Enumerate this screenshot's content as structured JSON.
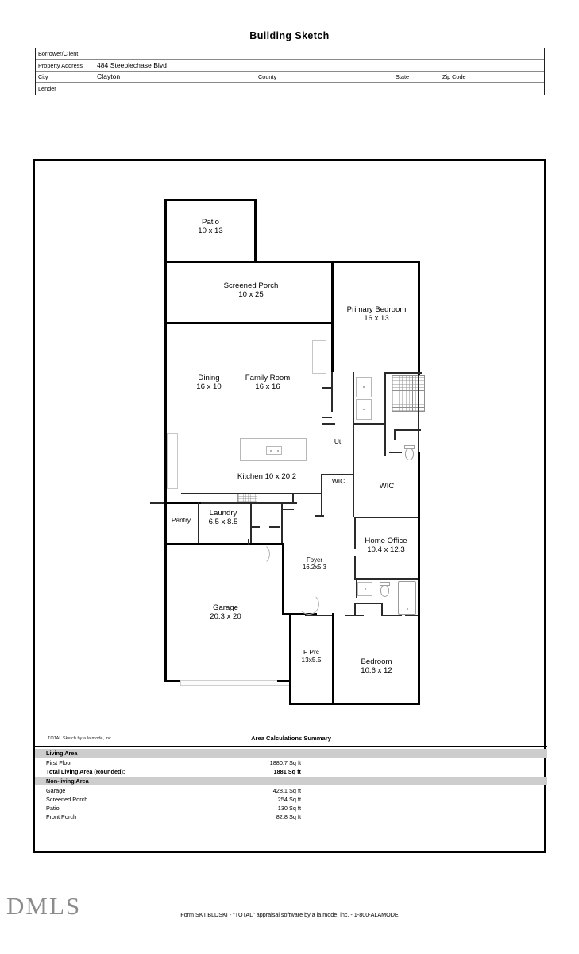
{
  "page": {
    "title": "Building Sketch"
  },
  "header": {
    "rows": [
      {
        "label": "Borrower/Client",
        "value": ""
      },
      {
        "label": "Property Address",
        "value": "484 Steeplechase Blvd"
      }
    ],
    "city_label": "City",
    "city_value": "Clayton",
    "county_label": "County",
    "county_value": "",
    "state_label": "State",
    "state_value": "",
    "zip_label": "Zip Code",
    "zip_value": "",
    "lender_label": "Lender",
    "lender_value": ""
  },
  "floorplan": {
    "rooms": [
      {
        "name": "Patio",
        "line1": "Patio",
        "line2": "10 x 13"
      },
      {
        "name": "Screened Porch",
        "line1": "Screened Porch",
        "line2": "10 x 25"
      },
      {
        "name": "Primary Bedroom",
        "line1": "Primary Bedroom",
        "line2": "16 x 13"
      },
      {
        "name": "Dining",
        "line1": "Dining",
        "line2": "16 x 10"
      },
      {
        "name": "Family Room",
        "line1": "Family Room",
        "line2": "16 x 16"
      },
      {
        "name": "Kitchen",
        "line1": "Kitchen 10 x 20.2",
        "line2": ""
      },
      {
        "name": "Pantry",
        "line1": "Pantry",
        "line2": ""
      },
      {
        "name": "Laundry",
        "line1": "Laundry",
        "line2": "6.5 x 8.5"
      },
      {
        "name": "Ut",
        "line1": "Ut",
        "line2": ""
      },
      {
        "name": "WIC Primary",
        "line1": "WIC",
        "line2": ""
      },
      {
        "name": "WIC Secondary",
        "line1": "WIC",
        "line2": ""
      },
      {
        "name": "Home Office",
        "line1": "Home Office",
        "line2": "10.4 x 12.3"
      },
      {
        "name": "Foyer",
        "line1": "Foyer",
        "line2": "16.2x5.3"
      },
      {
        "name": "Garage",
        "line1": "Garage",
        "line2": "20.3 x 20"
      },
      {
        "name": "F Prc",
        "line1": "F Prc",
        "line2": "13x5.5"
      },
      {
        "name": "Bedroom",
        "line1": "Bedroom",
        "line2": "10.6 x 12"
      }
    ]
  },
  "calc": {
    "credit": "TOTAL Sketch by a la mode, inc.",
    "title": "Area Calculations Summary",
    "living_heading": "Living Area",
    "nonliving_heading": "Non-living Area",
    "living_rows": [
      {
        "name": "First Floor",
        "value": "1880.7 Sq ft"
      }
    ],
    "total_row": {
      "name": "Total Living Area (Rounded):",
      "value": "1881 Sq ft"
    },
    "nonliving_rows": [
      {
        "name": "Garage",
        "value": "428.1 Sq ft"
      },
      {
        "name": "Screened Porch",
        "value": "254 Sq ft"
      },
      {
        "name": "Patio",
        "value": "130 Sq ft"
      },
      {
        "name": "Front Porch",
        "value": "82.8 Sq ft"
      }
    ]
  },
  "footer": {
    "logo": "DMLS",
    "form_text": "Form SKT.BLDSKI - \"TOTAL\" appraisal software by a la mode, inc. - 1-800-ALAMODE"
  }
}
